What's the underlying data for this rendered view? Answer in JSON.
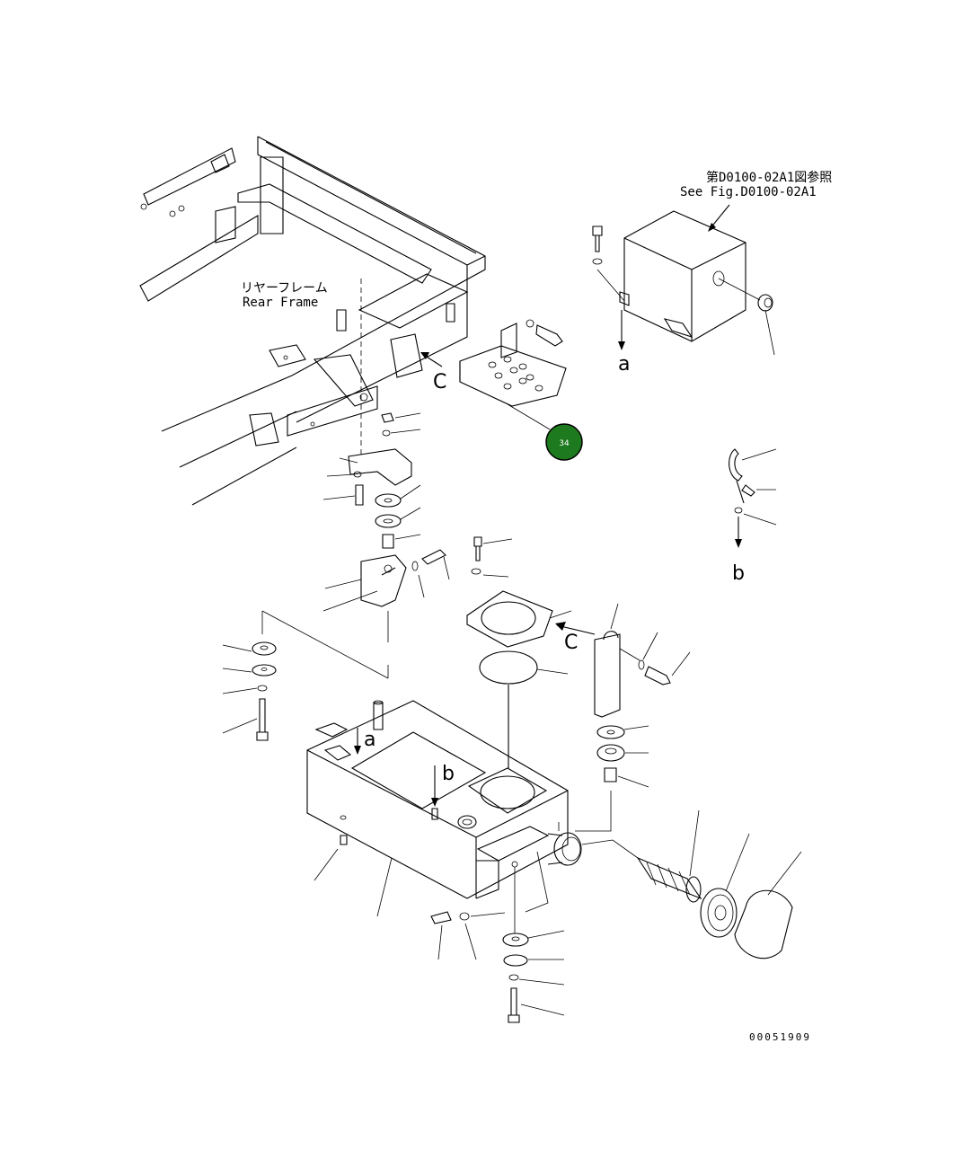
{
  "reference": {
    "jp": "第D0100-02A1図参照",
    "en": "See Fig.D0100-02A1"
  },
  "rear_frame": {
    "jp": "リヤーフレーム",
    "en": "Rear Frame"
  },
  "connector_labels": {
    "a_top": "a",
    "b_top": "b",
    "c_top": "C",
    "c_mid": "C",
    "a_tank": "a",
    "b_tank": "b"
  },
  "callout": {
    "number": "34",
    "color": "#1e7a1e"
  },
  "drawing_number": "00051909"
}
